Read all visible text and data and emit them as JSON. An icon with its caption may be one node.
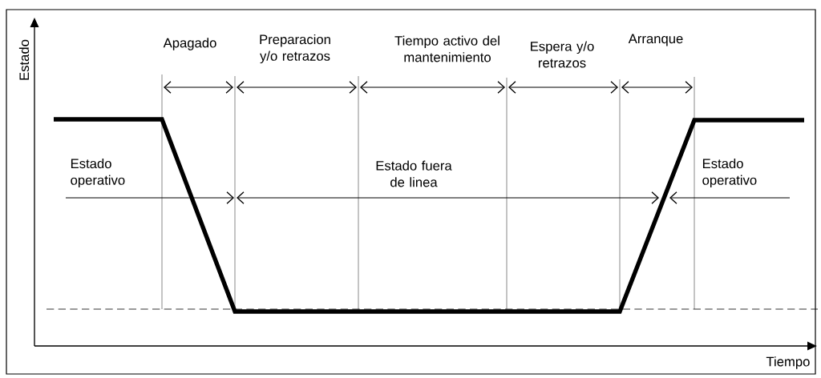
{
  "diagram": {
    "labels": [
      "Estado",
      "Apagado",
      "Preparacion y/o retrazos",
      "Tiempo activo del mantenimiento",
      "Espera y/o retrazos",
      "Arranque",
      "Estado operativo",
      "Estado fuera de linea",
      "Estado operativo",
      "Tiempo"
    ]
  }
}
